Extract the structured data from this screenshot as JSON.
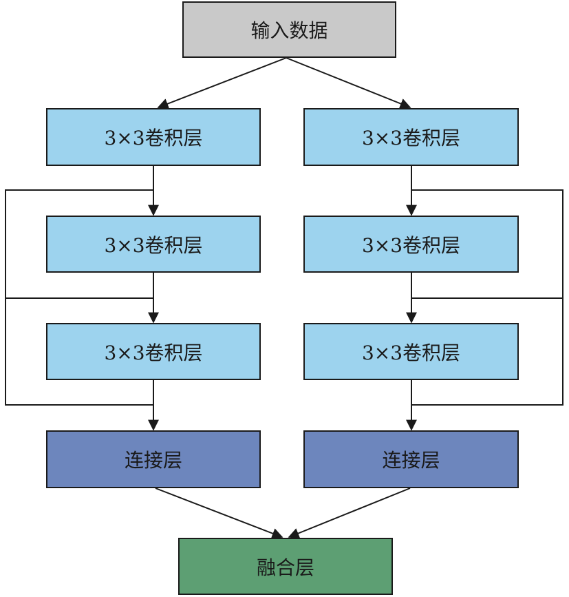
{
  "diagram": {
    "input_label": "输入数据",
    "left": {
      "conv1": "3×3卷积层",
      "conv2": "3×3卷积层",
      "conv3": "3×3卷积层",
      "concat": "连接层"
    },
    "right": {
      "conv1": "3×3卷积层",
      "conv2": "3×3卷积层",
      "conv3": "3×3卷积层",
      "concat": "连接层"
    },
    "fusion_label": "融合层"
  },
  "colors": {
    "input": "#c9c9c9",
    "conv": "#9dd3ee",
    "concat": "#6d86bd",
    "fusion": "#5d9f73",
    "line": "#1a1a1a"
  }
}
